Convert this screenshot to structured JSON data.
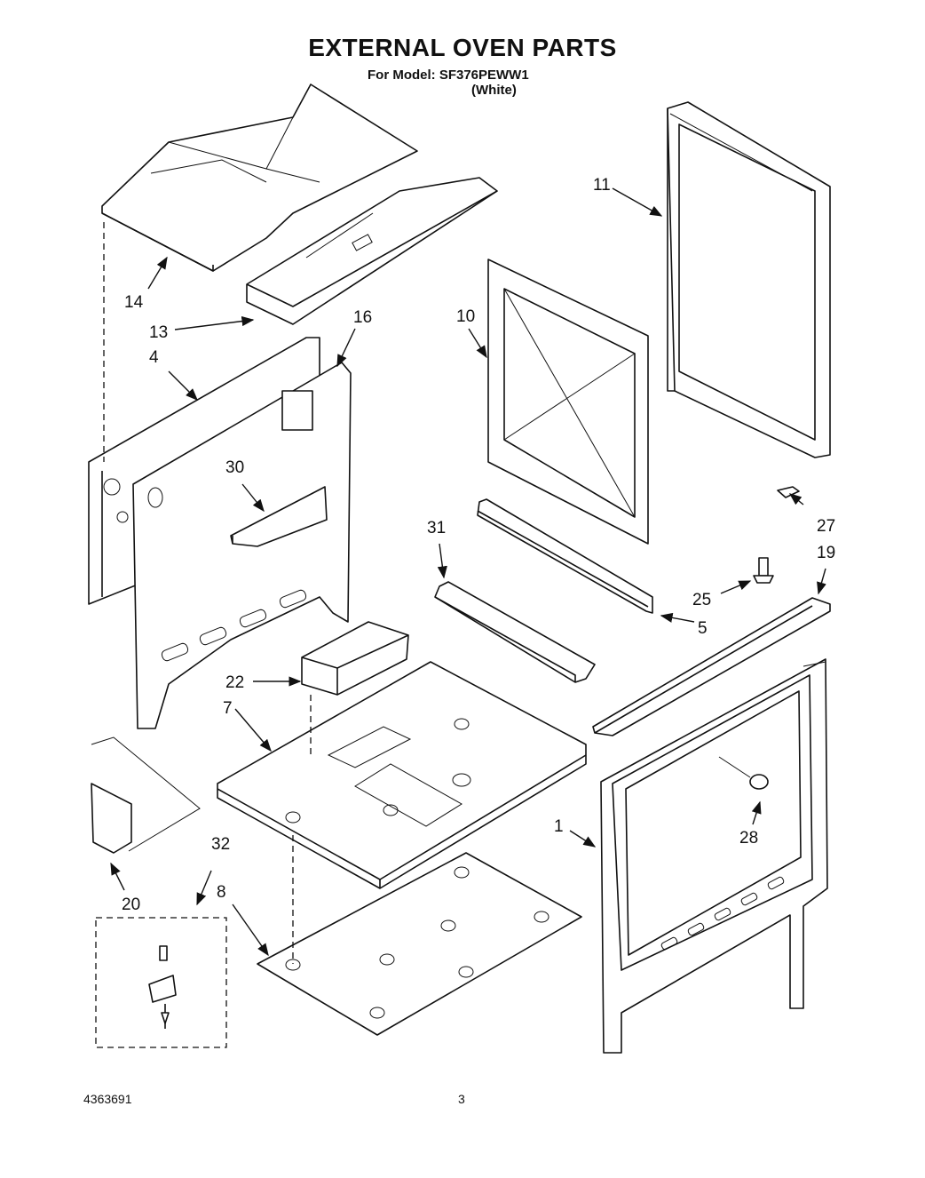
{
  "header": {
    "title": "EXTERNAL OVEN PARTS",
    "model_line": "For Model: SF376PEWW1",
    "color_line": "(White)"
  },
  "footer": {
    "doc_number": "4363691",
    "page_number": "3"
  },
  "callouts": {
    "c1": "1",
    "c4": "4",
    "c5": "5",
    "c7": "7",
    "c8": "8",
    "c10": "10",
    "c11": "11",
    "c13": "13",
    "c14": "14",
    "c16": "16",
    "c19": "19",
    "c20": "20",
    "c22": "22",
    "c25": "25",
    "c27": "27",
    "c28": "28",
    "c30": "30",
    "c31": "31",
    "c32": "32"
  }
}
